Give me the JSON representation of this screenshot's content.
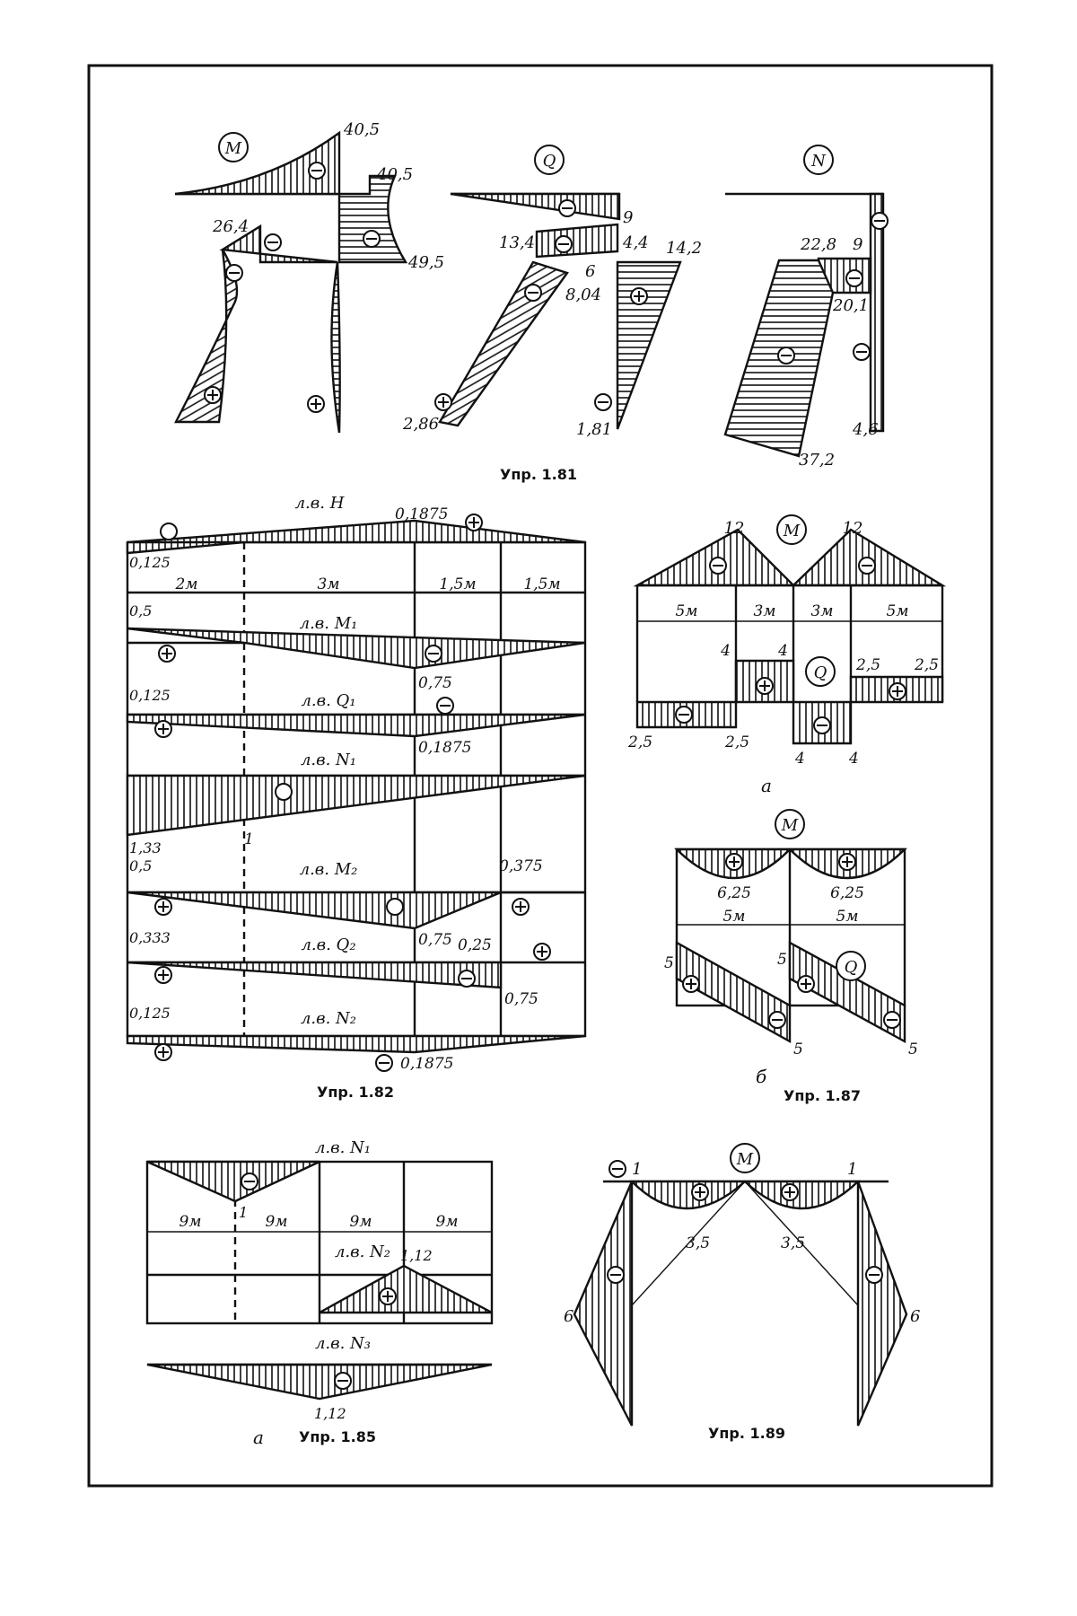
{
  "ex181": {
    "title": "Упр. 1.81",
    "M": {
      "label": "M",
      "values": [
        "40,5",
        "40,5",
        "26,4",
        "49,5"
      ]
    },
    "Q": {
      "label": "Q",
      "values": [
        "9",
        "13,4",
        "4,4",
        "14,2",
        "6",
        "8,04",
        "2,86",
        "1,81"
      ]
    },
    "N": {
      "label": "N",
      "values": [
        "22,8",
        "9",
        "20,1",
        "4,6",
        "37,2"
      ]
    }
  },
  "ex182": {
    "title": "Упр. 1.82",
    "spans": [
      "2м",
      "3м",
      "1,5м",
      "1,5м"
    ],
    "lines": [
      {
        "label": "л.в. H",
        "values": [
          "0,125",
          "0,1875"
        ]
      },
      {
        "label": "л.в. M₁",
        "values": [
          "0,5",
          "0,75"
        ]
      },
      {
        "label": "л.в. Q₁",
        "values": [
          "0,125",
          "0,1875"
        ]
      },
      {
        "label": "л.в. N₁",
        "values": [
          "1,33",
          "1"
        ]
      },
      {
        "label": "л.в. M₂",
        "values": [
          "0,5",
          "0,375",
          "0,75"
        ]
      },
      {
        "label": "л.в. Q₂",
        "values": [
          "0,333",
          "0,25",
          "0,75"
        ]
      },
      {
        "label": "л.в. N₂",
        "values": [
          "0,125",
          "0,1875"
        ]
      }
    ]
  },
  "ex185": {
    "title": "Упр. 1.85",
    "sub": "а",
    "spans": [
      "9м",
      "9м",
      "9м",
      "9м"
    ],
    "lines": [
      {
        "label": "л.в. N₁",
        "values": [
          "1"
        ]
      },
      {
        "label": "л.в. N₂",
        "values": [
          "1,12"
        ]
      },
      {
        "label": "л.в. N₃",
        "values": [
          "1,12"
        ]
      }
    ]
  },
  "ex187": {
    "title": "Упр. 1.87",
    "a": {
      "sub": "а",
      "spans": [
        "5м",
        "3м",
        "3м",
        "5м"
      ],
      "M": {
        "label": "M",
        "values": [
          "12",
          "12"
        ]
      },
      "Q": {
        "label": "Q",
        "values": [
          "4",
          "4",
          "2,5",
          "2,5",
          "2,5",
          "2,5",
          "4",
          "4"
        ]
      }
    },
    "b": {
      "sub": "б",
      "spans": [
        "5м",
        "5м"
      ],
      "M": {
        "label": "M",
        "values": [
          "6,25",
          "6,25"
        ]
      },
      "Q": {
        "label": "Q",
        "values": [
          "5",
          "5",
          "5",
          "5"
        ]
      }
    }
  },
  "ex189": {
    "title": "Упр. 1.89",
    "M": {
      "label": "M",
      "values": [
        "1",
        "1",
        "3,5",
        "3,5",
        "6",
        "6"
      ]
    }
  }
}
